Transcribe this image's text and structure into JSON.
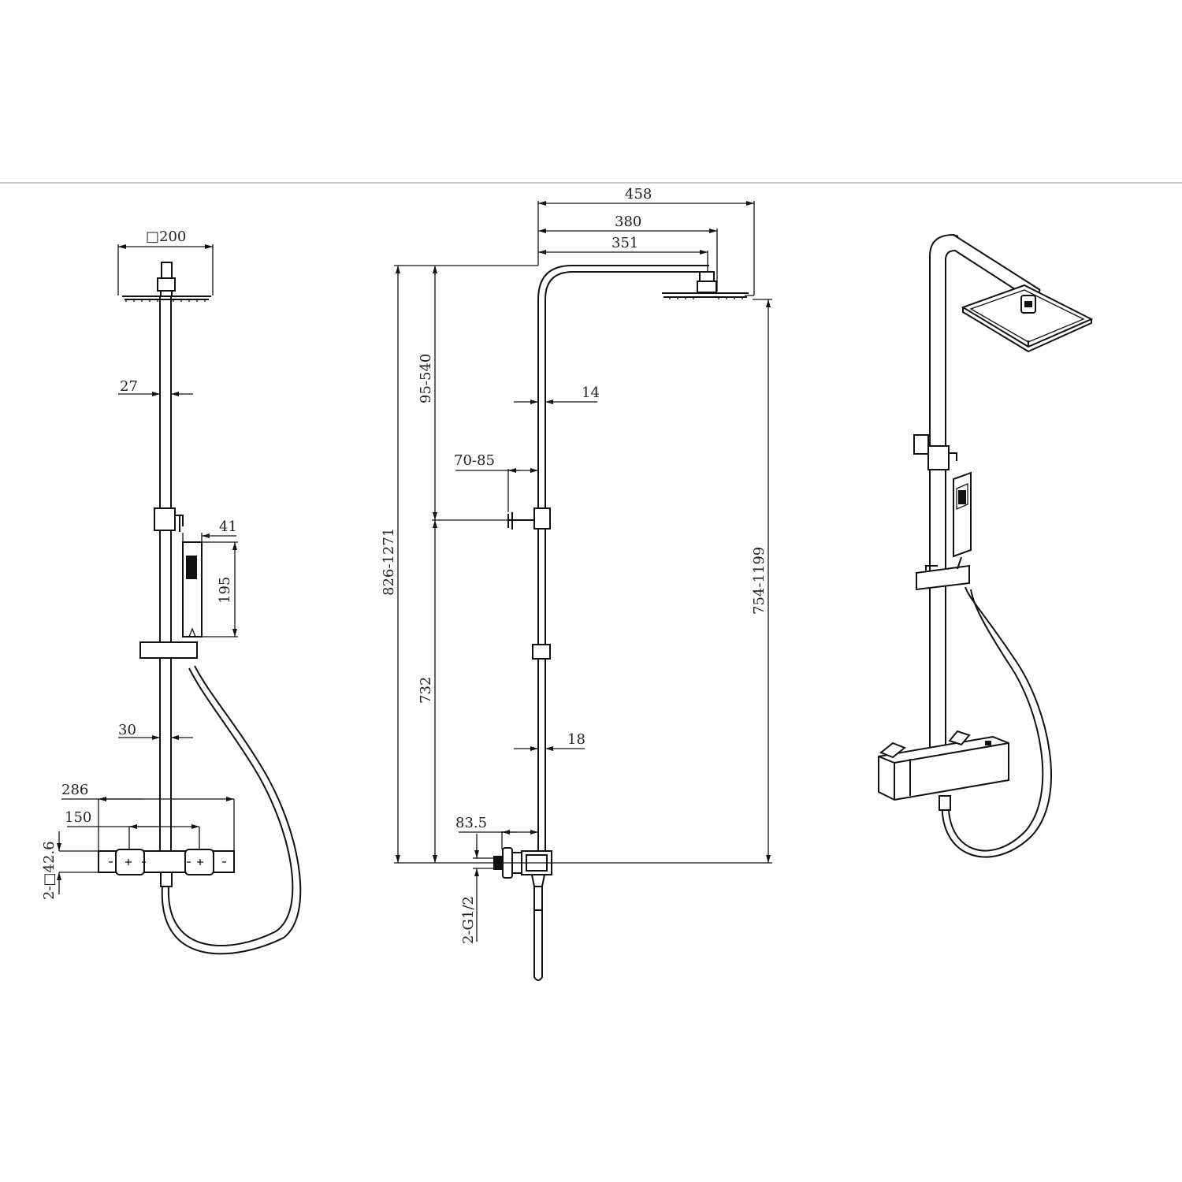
{
  "drawing": {
    "front_view": {
      "head_size": "□200",
      "rail_upper_width": "27",
      "handshower_width": "41",
      "handshower_height": "195",
      "rail_lower_width": "30",
      "mixer_width": "286",
      "inlet_centers": "150",
      "mixer_section": "2-□42.6"
    },
    "side_view": {
      "arm_reach_overall": "458",
      "arm_reach_to_head": "380",
      "arm_reach_to_connector": "351",
      "total_height": "826-1271",
      "upper_adjust": "95-540",
      "bracket_height": "732",
      "head_height": "754-1199",
      "upper_pipe_dia": "14",
      "bracket_offset": "70-85",
      "lower_pipe_dia": "18",
      "inlet_offset": "83.5",
      "inlet_thread": "2-G1/2"
    }
  },
  "colors": {
    "line": "#111111",
    "divider": "#bbbbbb"
  }
}
